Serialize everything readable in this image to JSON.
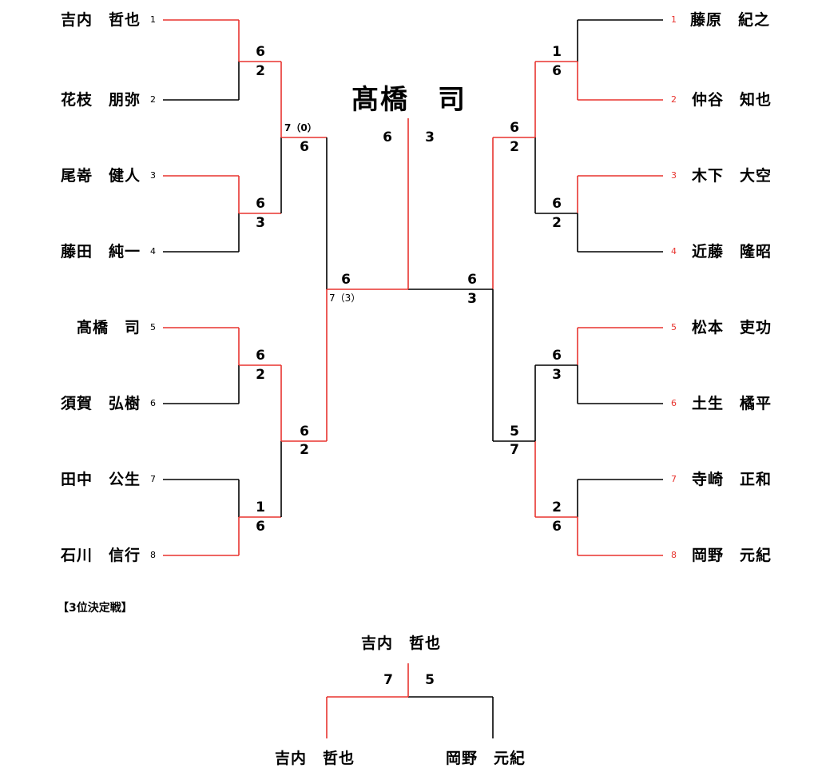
{
  "colors": {
    "win": "#e8342f",
    "loss": "#000000"
  },
  "champion": "髙橋　司",
  "final": {
    "left_score": "6",
    "right_score": "3"
  },
  "left_players": [
    {
      "seed": "1",
      "name": "吉内　哲也"
    },
    {
      "seed": "2",
      "name": "花枝　朋弥"
    },
    {
      "seed": "3",
      "name": "尾嵜　健人"
    },
    {
      "seed": "4",
      "name": "藤田　純一"
    },
    {
      "seed": "5",
      "name": "髙橋　司"
    },
    {
      "seed": "6",
      "name": "須賀　弘樹"
    },
    {
      "seed": "7",
      "name": "田中　公生"
    },
    {
      "seed": "8",
      "name": "石川　信行"
    }
  ],
  "right_players": [
    {
      "seed": "1",
      "name": "藤原　紀之"
    },
    {
      "seed": "2",
      "name": "仲谷　知也"
    },
    {
      "seed": "3",
      "name": "木下　大空"
    },
    {
      "seed": "4",
      "name": "近藤　隆昭"
    },
    {
      "seed": "5",
      "name": "松本　吏功"
    },
    {
      "seed": "6",
      "name": "土生　橘平"
    },
    {
      "seed": "7",
      "name": "寺崎　正和"
    },
    {
      "seed": "8",
      "name": "岡野　元紀"
    }
  ],
  "left_scores": {
    "r1": [
      {
        "top": "6",
        "bottom": "2"
      },
      {
        "top": "6",
        "bottom": "3"
      },
      {
        "top": "6",
        "bottom": "2"
      },
      {
        "top": "1",
        "bottom": "6"
      }
    ],
    "r2": [
      {
        "top": "7（0）",
        "bottom": "6"
      },
      {
        "top": "6",
        "bottom": "2"
      }
    ],
    "semi": {
      "top": "6",
      "bottom": "7（3）"
    }
  },
  "right_scores": {
    "r1": [
      {
        "top": "1",
        "bottom": "6"
      },
      {
        "top": "6",
        "bottom": "2"
      },
      {
        "top": "6",
        "bottom": "3"
      },
      {
        "top": "2",
        "bottom": "6"
      }
    ],
    "r2": [
      {
        "top": "6",
        "bottom": "2"
      },
      {
        "top": "5",
        "bottom": "7"
      }
    ],
    "semi": {
      "top": "6",
      "bottom": "3"
    }
  },
  "third_place": {
    "title": "【3位決定戦】",
    "winner": "吉内　哲也",
    "left_score": "7",
    "right_score": "5",
    "left_player": "吉内　哲也",
    "right_player": "岡野　元紀"
  }
}
